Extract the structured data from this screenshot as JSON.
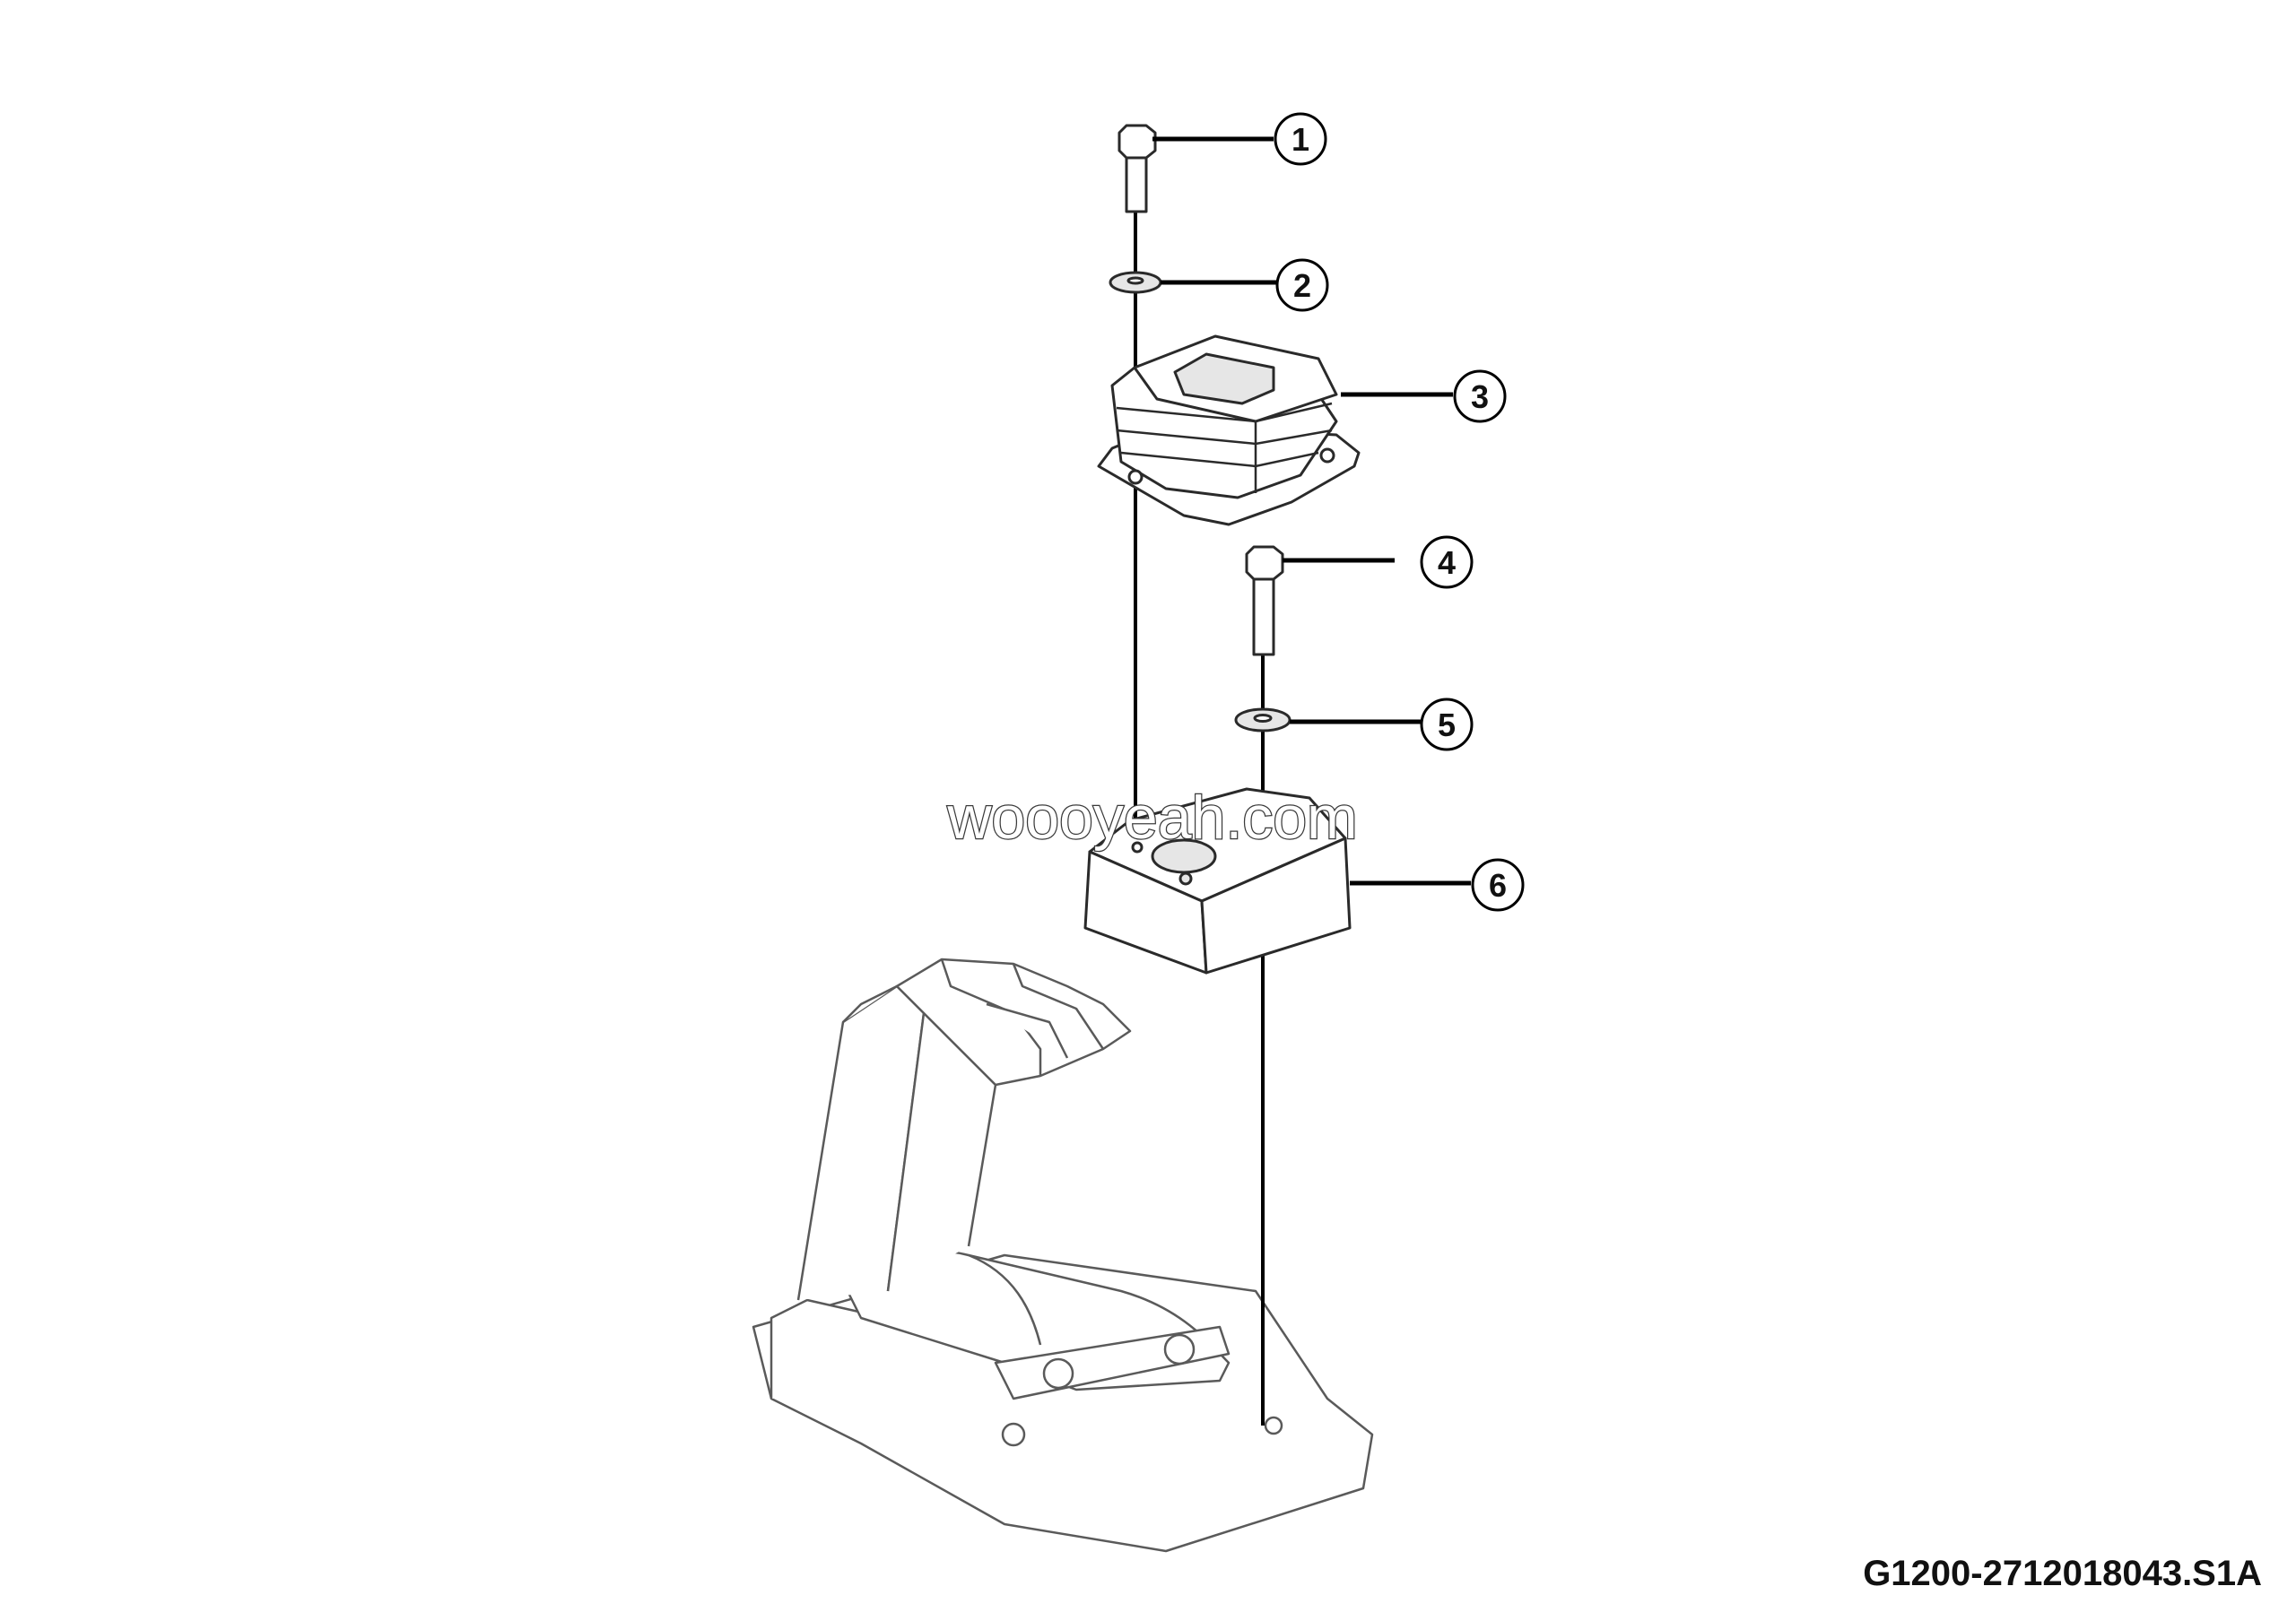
{
  "diagram": {
    "callouts": [
      {
        "id": "callout-1",
        "label": "1",
        "part": "bolt"
      },
      {
        "id": "callout-2",
        "label": "2",
        "part": "washer"
      },
      {
        "id": "callout-3",
        "label": "3",
        "part": "rubber-boot"
      },
      {
        "id": "callout-4",
        "label": "4",
        "part": "bolt"
      },
      {
        "id": "callout-5",
        "label": "5",
        "part": "washer"
      },
      {
        "id": "callout-6",
        "label": "6",
        "part": "mounting-block"
      }
    ],
    "watermark": "woooyeah.com",
    "reference_code": "G1200-2712018043.S1A"
  }
}
